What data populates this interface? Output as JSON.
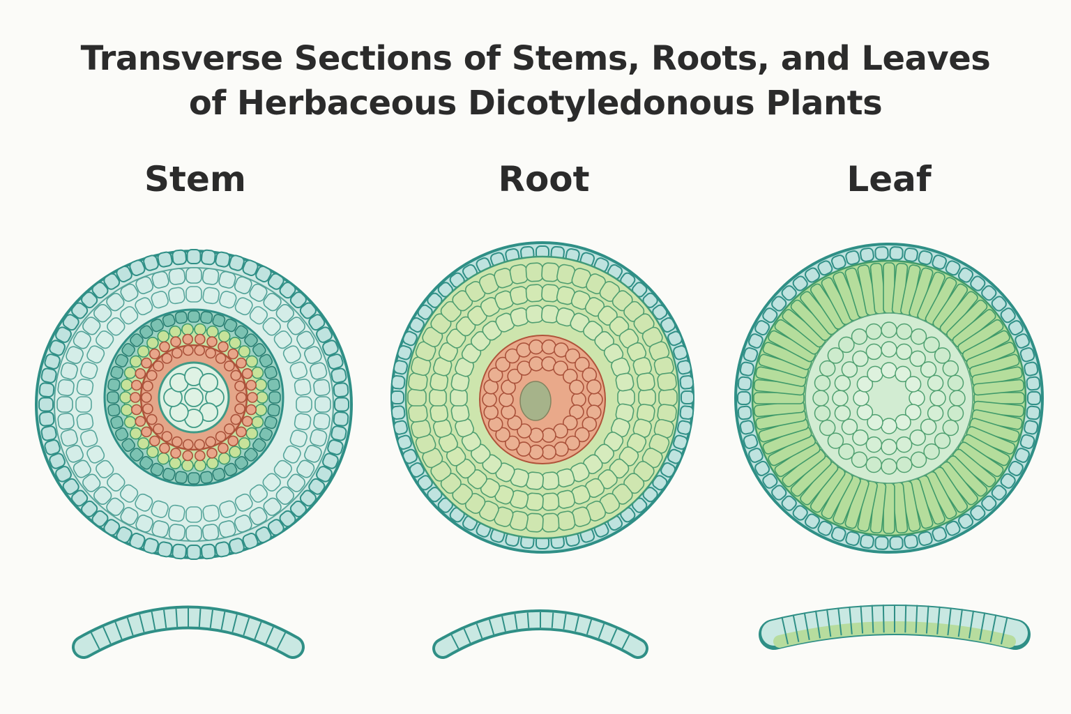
{
  "title": {
    "line1": "Transverse Sections of Stems, Roots, and Leaves",
    "line2": "of Herbaceous Dicotyledonous Plants"
  },
  "sections": {
    "stem": {
      "label": "Stem"
    },
    "root": {
      "label": "Root"
    },
    "leaf": {
      "label": "Leaf"
    }
  },
  "colors": {
    "outline": "#2f8f86",
    "epidermis_fill": "#bfe3df",
    "cortex_fill": "#d8efe9",
    "vascular_green": "#b9dca6",
    "phloem_red": "#d98a6a",
    "root_fill": "#c9e3a8",
    "leaf_fill": "#a9d790",
    "pith_fill": "#d6efd8"
  }
}
